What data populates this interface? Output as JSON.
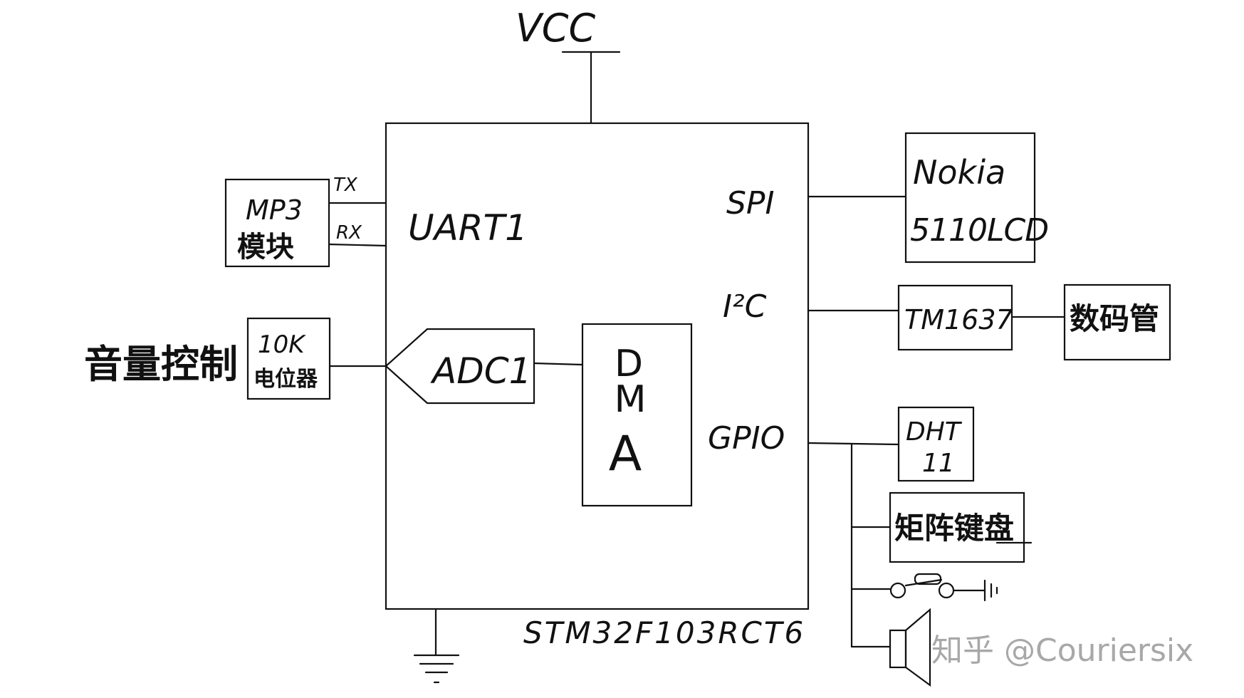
{
  "power": {
    "vcc": "VCC"
  },
  "mcu": {
    "part_number": "STM32F103RCT6",
    "uart": "UART1",
    "spi": "SPI",
    "i2c": "I²C",
    "gpio": "GPIO",
    "adc": "ADC1",
    "dma": [
      "D",
      "M",
      "A"
    ]
  },
  "uart_pins": {
    "tx": "TX",
    "rx": "RX"
  },
  "mp3_module": {
    "line1": "MP3",
    "line2": "模块"
  },
  "potentiometer": {
    "line1": "10K",
    "line2": "电位器"
  },
  "volume_label": "音量控制",
  "lcd": {
    "line1": "Nokia",
    "line2": "5110LCD"
  },
  "tm1637": "TM1637",
  "seven_seg": "数码管",
  "dht11": {
    "line1": "DHT",
    "line2": "11"
  },
  "matrix_keypad": "矩阵键盘",
  "watermark": "知乎 @Couriersix"
}
